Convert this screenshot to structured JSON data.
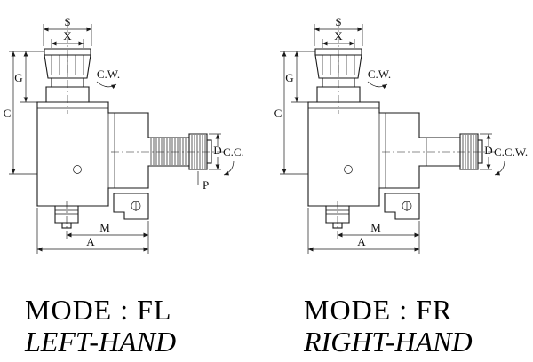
{
  "page": {
    "background": "#ffffff",
    "line_color": "#1a1a1a"
  },
  "drawings": {
    "left": {
      "dim_labels": {
        "s": "S",
        "x": "X",
        "cw": "C.W.",
        "g": "G",
        "c": "C",
        "d": "D",
        "ccw": "C.C.",
        "p": "P",
        "m": "M",
        "a": "A"
      },
      "caption": {
        "mode": "MODE : FL",
        "hand": "LEFT-HAND"
      }
    },
    "right": {
      "dim_labels": {
        "s": "S",
        "x": "X",
        "cw": "C.W.",
        "g": "G",
        "c": "C",
        "d": "D",
        "ccw": "C.C.W.",
        "m": "M",
        "a": "A"
      },
      "caption": {
        "mode": "MODE : FR",
        "hand": "RIGHT-HAND"
      }
    }
  }
}
